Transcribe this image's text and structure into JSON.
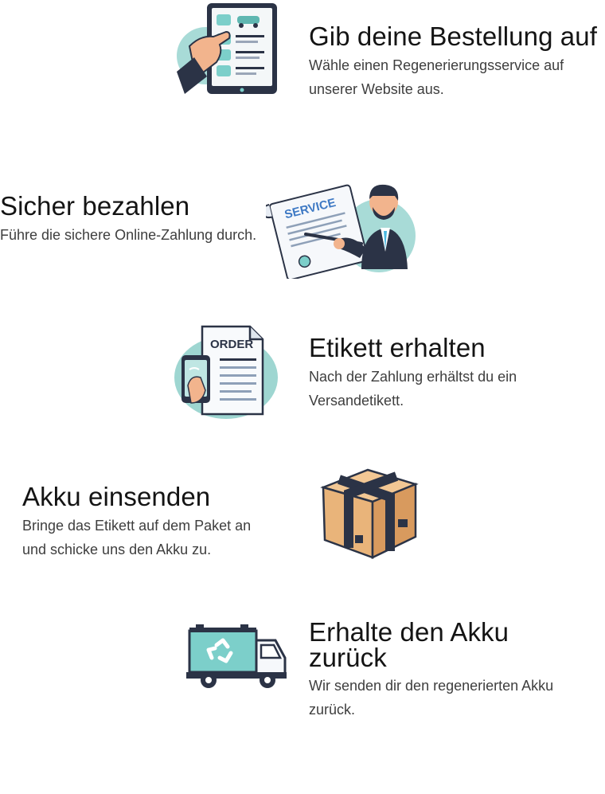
{
  "steps": [
    {
      "title": "Gib deine Bestellung auf",
      "desc": "Wähle einen Regenerierungsservice auf unserer Website aus.",
      "icon": "tablet-order-icon"
    },
    {
      "title": "Sicher bezahlen",
      "desc": "Führe die sichere Online-Zahlung durch.",
      "icon": "service-contract-icon",
      "illus_text": "SERVICE"
    },
    {
      "title": "Etikett erhalten",
      "desc": "Nach der Zahlung erhältst du ein Versandetikett.",
      "icon": "order-label-icon",
      "illus_text": "ORDER"
    },
    {
      "title": "Akku einsenden",
      "desc": "Bringe das Etikett auf dem Paket an und schicke uns den Akku zu.",
      "icon": "package-box-icon"
    },
    {
      "title": "Erhalte den Akku zurück",
      "desc": "Wir senden dir den regenerierten Akku zurück.",
      "icon": "recycling-truck-icon"
    }
  ],
  "colors": {
    "teal": "#7ccfca",
    "navy": "#2b3346",
    "cardboard": "#e9b47a",
    "text": "#141414"
  }
}
